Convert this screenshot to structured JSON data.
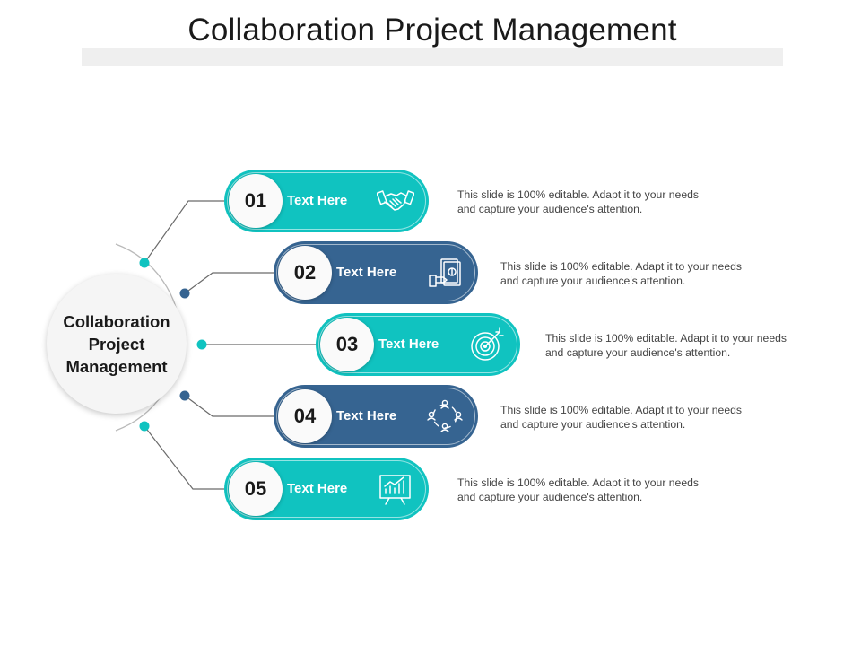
{
  "title": "Collaboration  Project Management",
  "hub": {
    "label": "Collaboration\nProject\nManagement"
  },
  "colors": {
    "teal": "#10c3c0",
    "navy": "#366491",
    "line": "#6b6b6b"
  },
  "items": [
    {
      "number": "01",
      "label": "Text Here",
      "description": "This slide is 100% editable. Adapt it to your needs\nand capture your audience's attention.",
      "color": "teal",
      "icon": "handshake-icon"
    },
    {
      "number": "02",
      "label": "Text Here",
      "description": "This slide is 100% editable. Adapt it to your needs\nand capture your audience's attention.",
      "color": "navy",
      "icon": "money-hand-icon"
    },
    {
      "number": "03",
      "label": "Text Here",
      "description": "This slide is 100% editable. Adapt it to your needs\nand capture your audience's attention.",
      "color": "teal",
      "icon": "target-icon"
    },
    {
      "number": "04",
      "label": "Text Here",
      "description": "This slide is 100% editable. Adapt it to your needs\nand capture your audience's attention.",
      "color": "navy",
      "icon": "team-network-icon"
    },
    {
      "number": "05",
      "label": "Text Here",
      "description": "This slide is 100% editable. Adapt it to your needs\nand capture your audience's attention.",
      "color": "teal",
      "icon": "growth-chart-icon"
    }
  ]
}
